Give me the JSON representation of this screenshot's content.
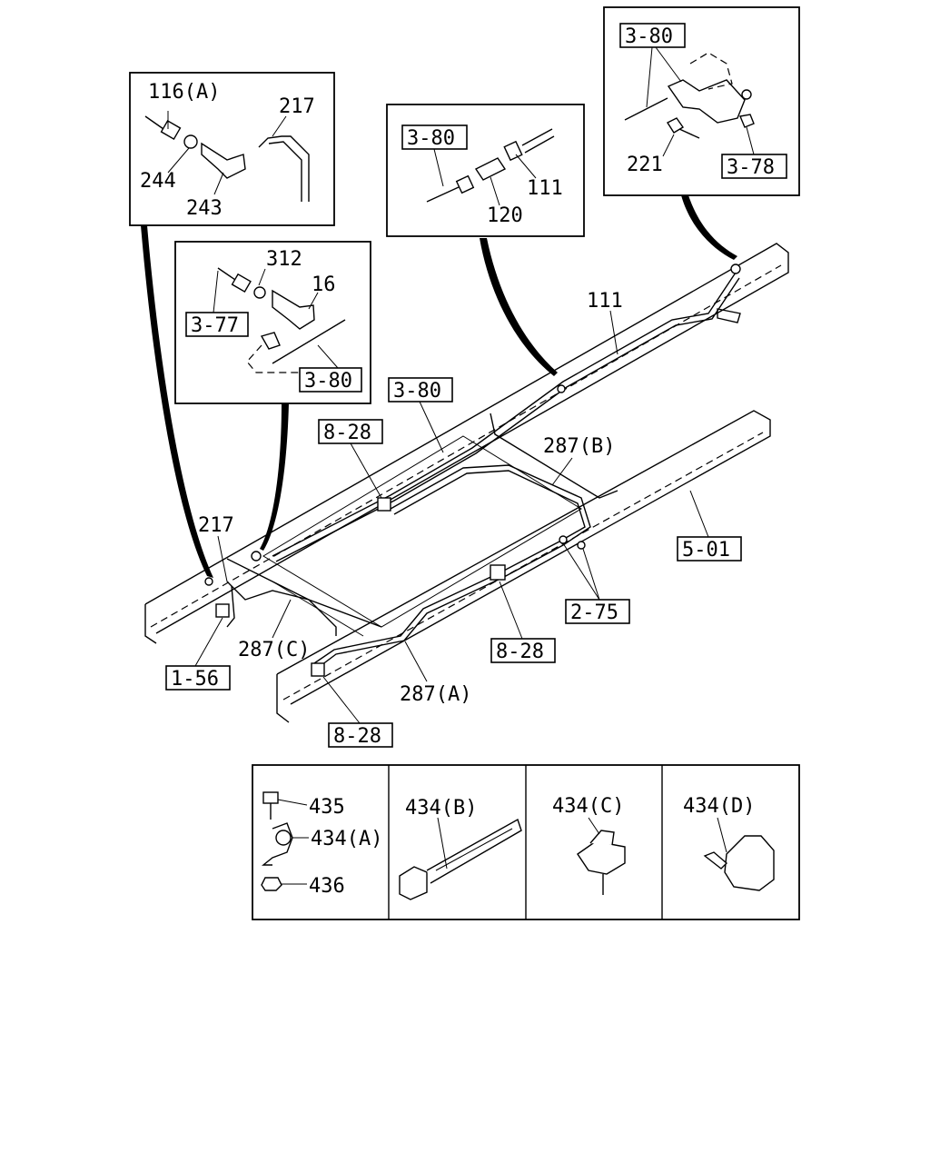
{
  "insets": {
    "inset1": {
      "label_116a": "116(A)",
      "label_217": "217",
      "label_244": "244",
      "label_243": "243"
    },
    "inset2": {
      "label_312": "312",
      "label_16": "16",
      "ref_377": "3-77",
      "ref_380": "3-80"
    },
    "inset3": {
      "ref_380": "3-80",
      "label_111": "111",
      "label_120": "120"
    },
    "inset4": {
      "ref_380": "3-80",
      "label_221": "221",
      "ref_378": "3-78"
    }
  },
  "main": {
    "label_111": "111",
    "ref_380": "3-80",
    "ref_828_top": "8-28",
    "label_287b": "287(B)",
    "ref_501": "5-01",
    "label_217": "217",
    "label_287c": "287(C)",
    "ref_156": "1-56",
    "ref_275": "2-75",
    "ref_828_mid": "8-28",
    "label_287a": "287(A)",
    "ref_828_bottom": "8-28"
  },
  "clips": [
    {
      "labels": [
        "435",
        "434(A)",
        "436"
      ]
    },
    {
      "labels": [
        "434(B)"
      ]
    },
    {
      "labels": [
        "434(C)"
      ]
    },
    {
      "labels": [
        "434(D)"
      ]
    }
  ]
}
